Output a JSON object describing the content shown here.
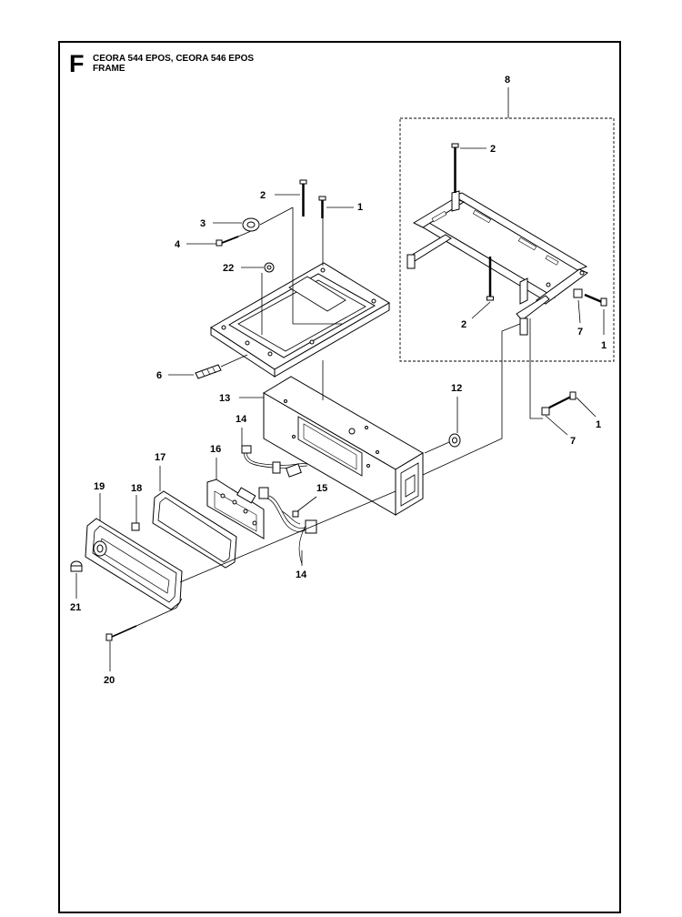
{
  "header": {
    "section_letter": "F",
    "title_line1": "CEORA 544 EPOS, CEORA 546 EPOS",
    "title_line2": "FRAME"
  },
  "callouts": [
    {
      "id": "c8",
      "label": "8"
    },
    {
      "id": "c2a",
      "label": "2"
    },
    {
      "id": "c2b",
      "label": "2"
    },
    {
      "id": "c1a",
      "label": "1"
    },
    {
      "id": "c3",
      "label": "3"
    },
    {
      "id": "c4",
      "label": "4"
    },
    {
      "id": "c22",
      "label": "22"
    },
    {
      "id": "c2c",
      "label": "2"
    },
    {
      "id": "c7a",
      "label": "7"
    },
    {
      "id": "c1b",
      "label": "1"
    },
    {
      "id": "c6",
      "label": "6"
    },
    {
      "id": "c13",
      "label": "13"
    },
    {
      "id": "c12",
      "label": "12"
    },
    {
      "id": "c1c",
      "label": "1"
    },
    {
      "id": "c7b",
      "label": "7"
    },
    {
      "id": "c14a",
      "label": "14"
    },
    {
      "id": "c16",
      "label": "16"
    },
    {
      "id": "c17",
      "label": "17"
    },
    {
      "id": "c19",
      "label": "19"
    },
    {
      "id": "c18",
      "label": "18"
    },
    {
      "id": "c15",
      "label": "15"
    },
    {
      "id": "c14b",
      "label": "14"
    },
    {
      "id": "c21",
      "label": "21"
    },
    {
      "id": "c20",
      "label": "20"
    }
  ]
}
